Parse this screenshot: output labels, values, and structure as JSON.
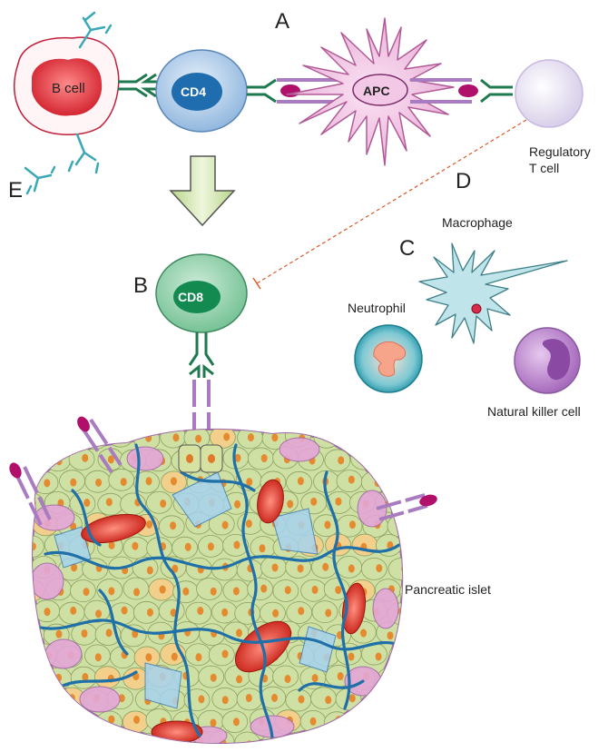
{
  "panels": {
    "a": "A",
    "b": "B",
    "c": "C",
    "d": "D",
    "e": "E"
  },
  "cells": {
    "b_cell": "B cell",
    "cd4": "CD4",
    "apc": "APC",
    "cd8": "CD8",
    "regulatory_t_cell_line1": "Regulatory",
    "regulatory_t_cell_line2": "T cell",
    "macrophage": "Macrophage",
    "neutrophil": "Neutrophil",
    "natural_killer_cell": "Natural killer cell",
    "pancreatic_islet": "Pancreatic islet"
  },
  "colors": {
    "receptor_green": "#1e7a4e",
    "mhc_purple": "#a97bc0",
    "antigen_magenta": "#b0106a",
    "islet_green": "#cfe0a4",
    "capillary_blue": "#1f6fa8",
    "rbc_red": "#d8372b"
  }
}
